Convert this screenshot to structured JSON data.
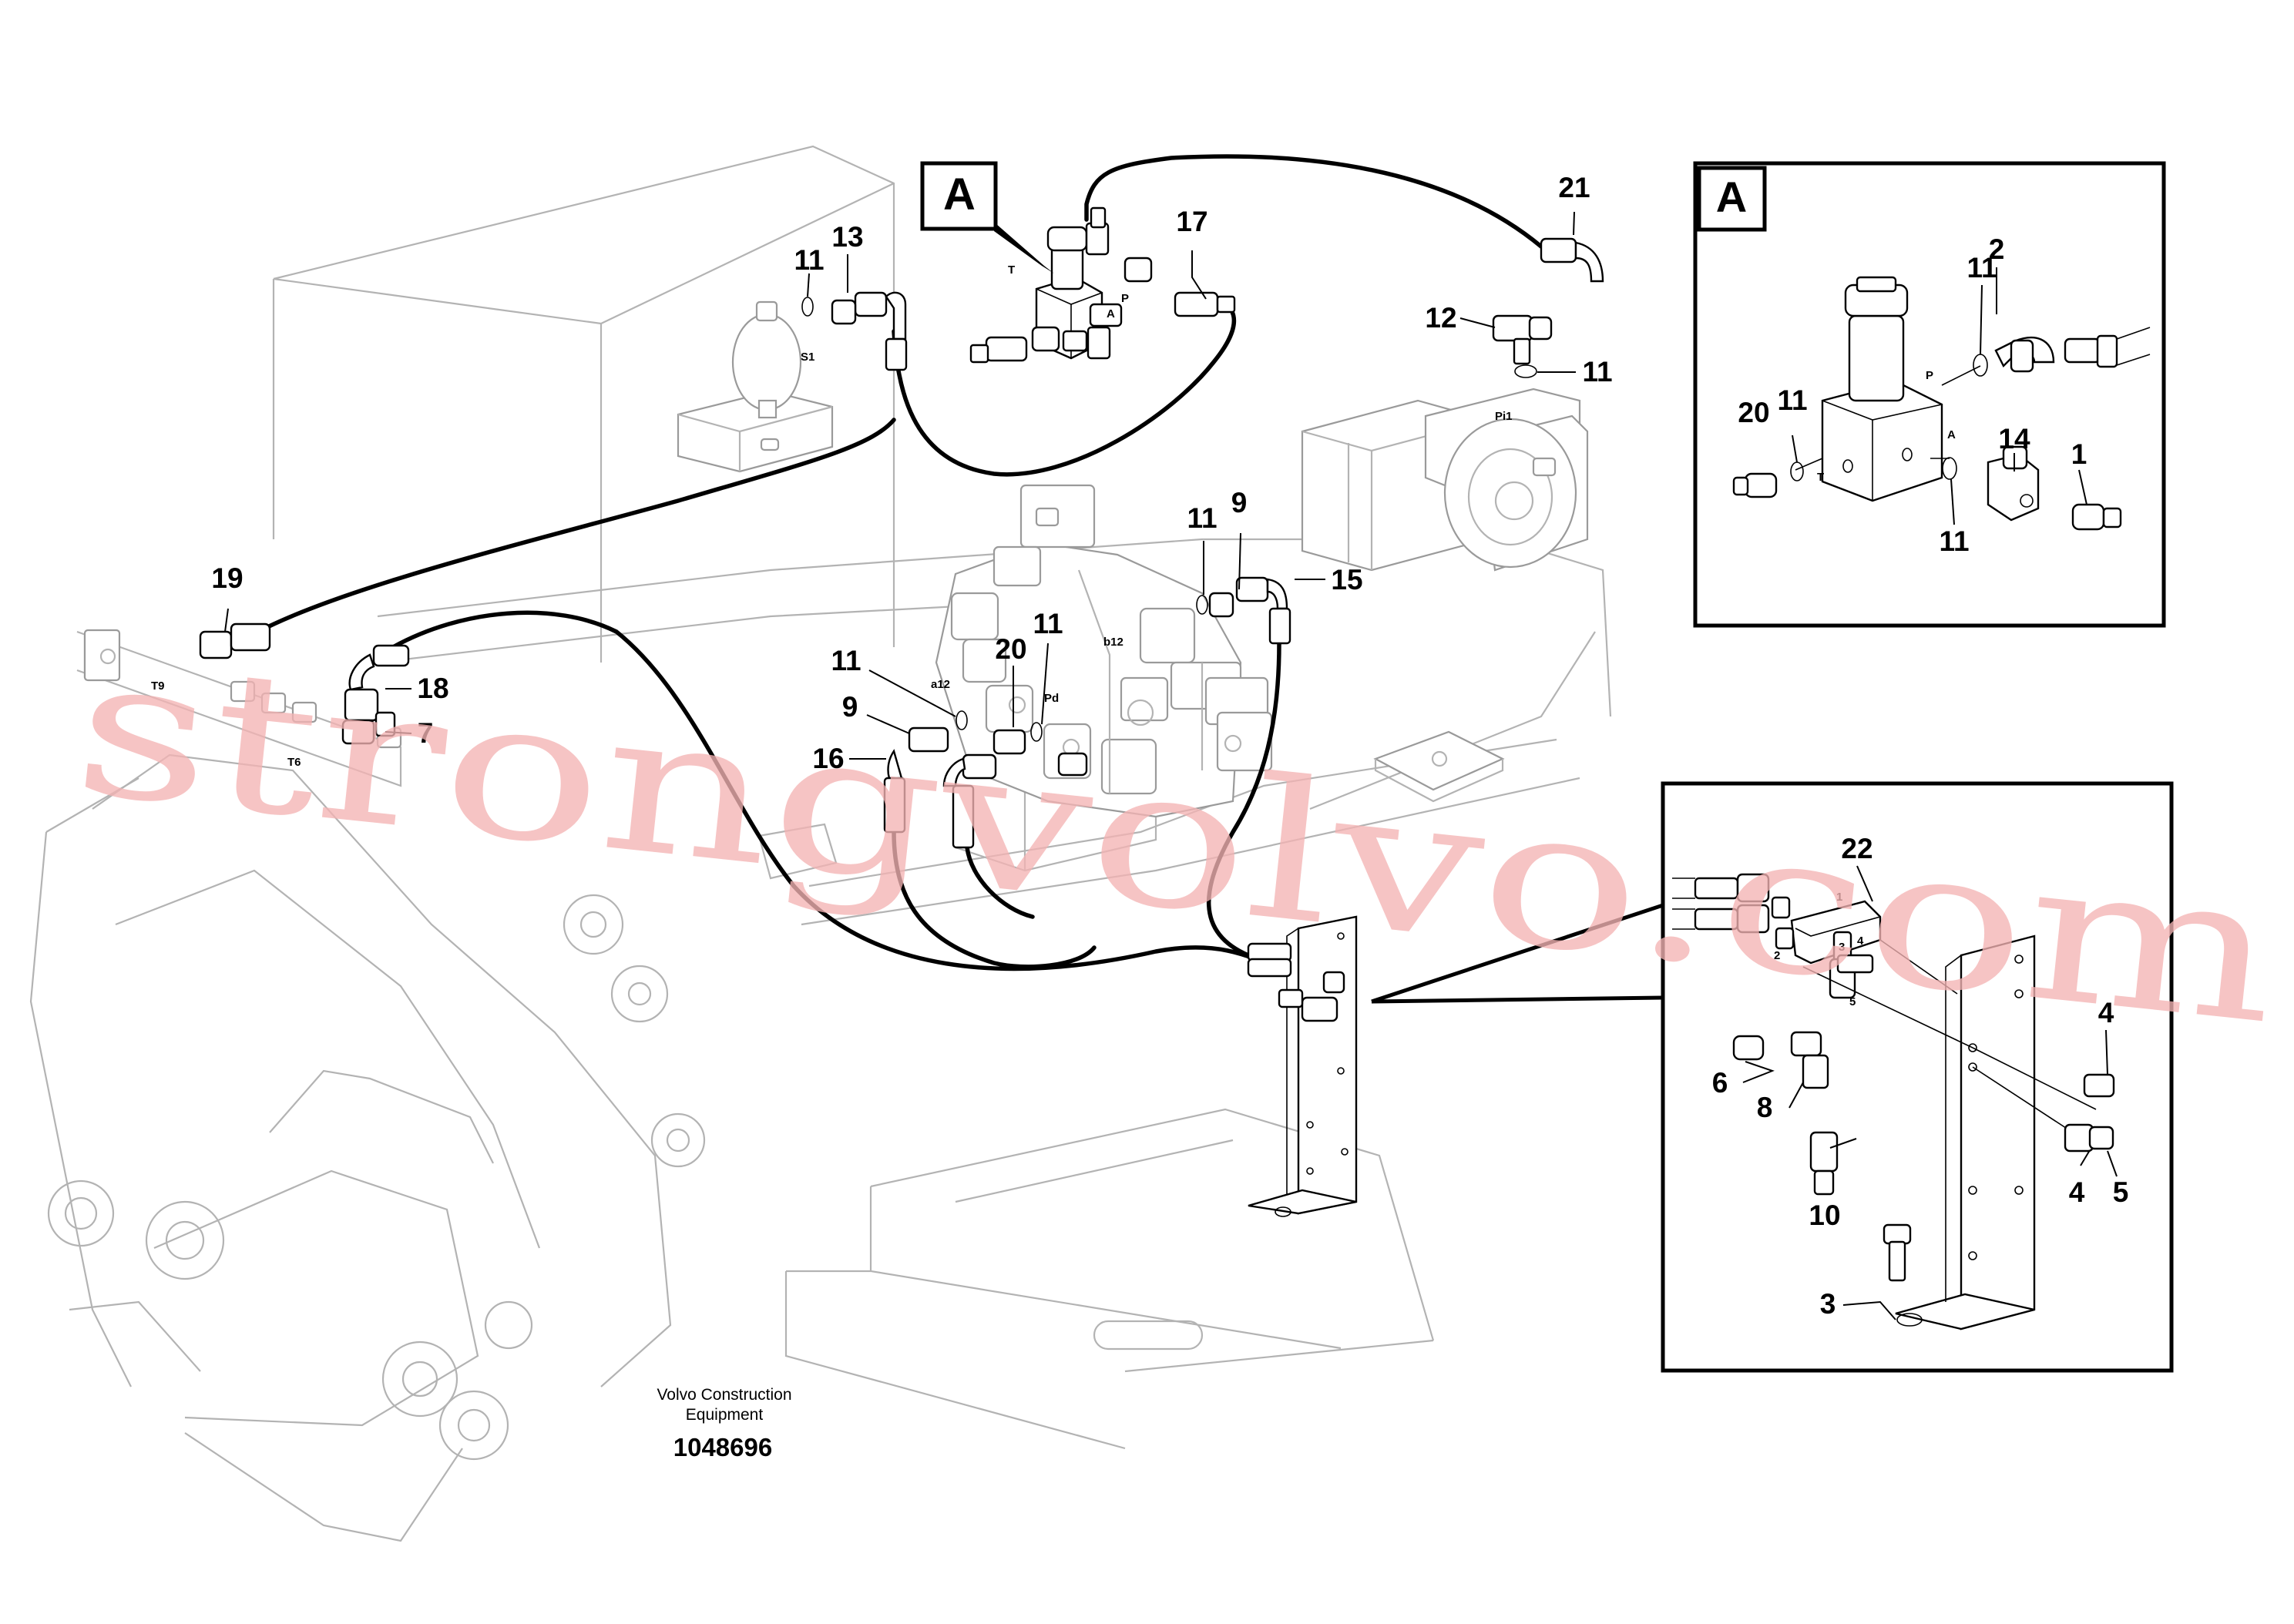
{
  "diagram": {
    "drawing_number": "1048696",
    "manufacturer_line1": "Volvo Construction",
    "manufacturer_line2": "Equipment",
    "detail_tag": "A",
    "watermark": "strongvolvo.com"
  },
  "callouts": {
    "c11a": "11",
    "c13": "13",
    "c17": "17",
    "c21": "21",
    "c12": "12",
    "c11b": "11",
    "c19": "19",
    "c11c": "11",
    "c9a": "9",
    "c15": "15",
    "c18": "18",
    "c7": "7",
    "c11d": "11",
    "c20a": "20",
    "c11e": "11",
    "c9b": "9",
    "c16": "16",
    "d11a": "11",
    "d2": "2",
    "d20": "20",
    "d11b": "11",
    "d14": "14",
    "d1": "1",
    "d11c": "11",
    "e22": "22",
    "e4a": "4",
    "e6": "6",
    "e8": "8",
    "e10": "10",
    "e4b": "4",
    "e5": "5",
    "e3": "3"
  },
  "port_marks": {
    "s1": "S1",
    "t_top": "T",
    "p_top": "P",
    "a_top": "A",
    "pi1": "Pi1",
    "b12": "b12",
    "a12": "a12",
    "pd": "Pd",
    "t9": "T9",
    "t6": "T6",
    "dt": "T",
    "dp": "P",
    "da": "A",
    "m1": "1",
    "m2": "2",
    "m3": "3",
    "m4": "4",
    "m5": "5"
  }
}
